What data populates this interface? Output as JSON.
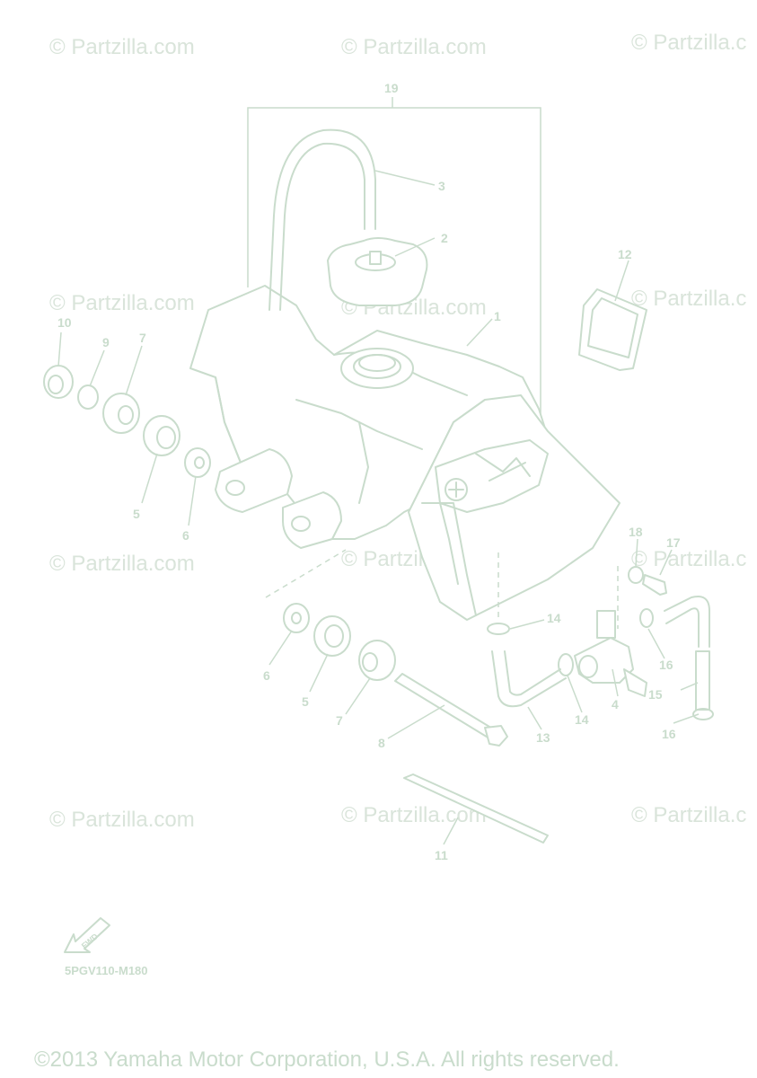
{
  "watermark": "© Partzilla.com",
  "watermark_cut": "© Partzilla.c",
  "diagram_code": "5PGV110-M180",
  "copyright": "©2013 Yamaha Motor Corporation, U.S.A. All rights reserved.",
  "fwd_label": "FWD",
  "callouts": {
    "c1": "1",
    "c2": "2",
    "c3": "3",
    "c4": "4",
    "c5a": "5",
    "c5b": "5",
    "c6a": "6",
    "c6b": "6",
    "c7a": "7",
    "c7b": "7",
    "c8": "8",
    "c9": "9",
    "c10": "10",
    "c11": "11",
    "c12": "12",
    "c13": "13",
    "c14a": "14",
    "c14b": "14",
    "c15": "15",
    "c16a": "16",
    "c16b": "16",
    "c17": "17",
    "c18": "18",
    "c19": "19"
  },
  "colors": {
    "line": "#c9dccc",
    "watermark": "#d9e4da",
    "background": "#ffffff"
  }
}
